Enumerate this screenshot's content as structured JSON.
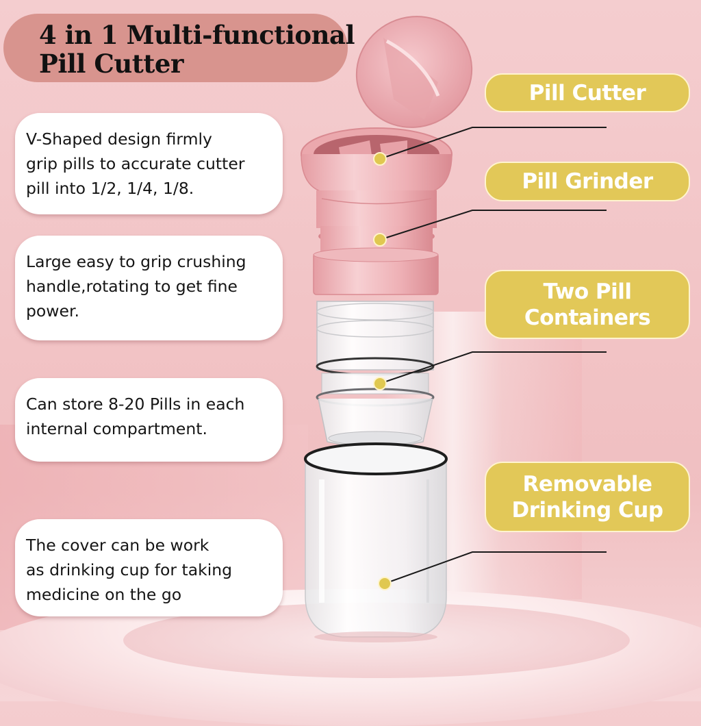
{
  "title": {
    "line1": "4 in 1 Multi-functional",
    "line2": "Pill Cutter",
    "pill_color": "#D8948E"
  },
  "descriptions": [
    {
      "text": "V-Shaped design firmly\ngrip pills to accurate cutter\npill into 1/2, 1/4, 1/8."
    },
    {
      "text": "Large easy to grip crushing\nhandle,rotating to get fine\npower."
    },
    {
      "text": "Can store 8-20 Pills in each\ninternal compartment."
    },
    {
      "text": "The cover can be work\nas drinking cup for taking\nmedicine on the go"
    }
  ],
  "labels": [
    {
      "text": "Pill Cutter"
    },
    {
      "text": "Pill Grinder"
    },
    {
      "text": "Two Pill\nContainers"
    },
    {
      "text": "Removable\nDrinking Cup"
    }
  ],
  "colors": {
    "label_bg": "#E2C858",
    "label_text": "#FFFFFF",
    "dot": "#E0C850",
    "product_pink": "#EBA9AE",
    "background": "#F3C8CA"
  },
  "icons": {
    "callout_dot": "yellow-dot-marker"
  }
}
